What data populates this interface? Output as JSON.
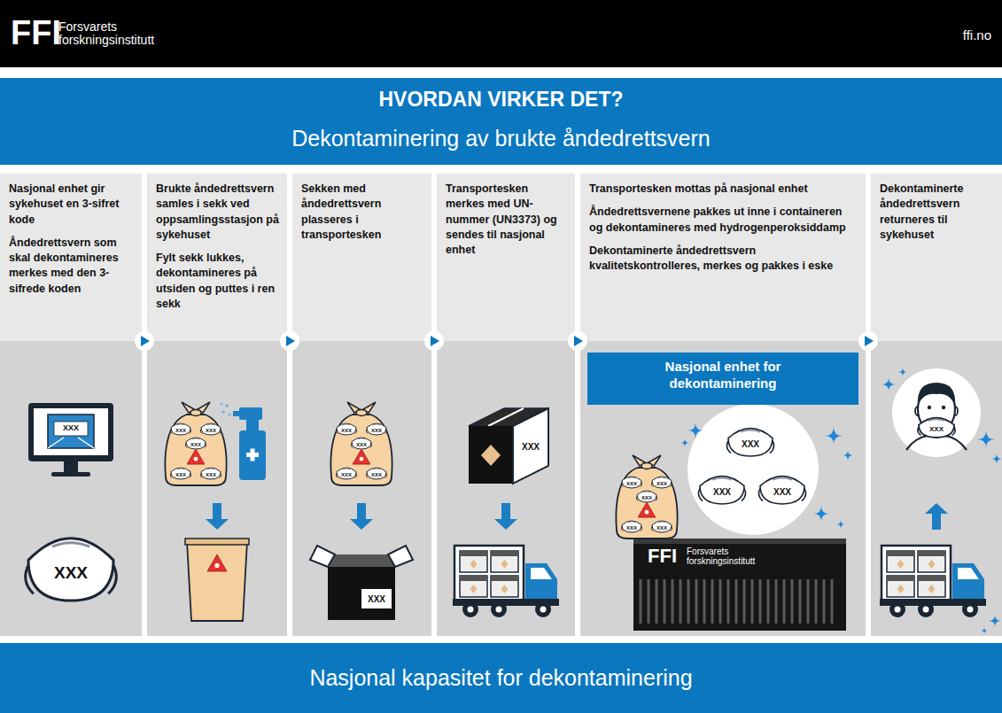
{
  "diagram": {
    "title": "HVORDAN VIRKER DET?",
    "caption": "Nasjonal kapasitet for dekontaminering",
    "nodes": [
      {
        "text": [
          "Nasjonal enhet gir sykehuset en 3-sifret kode",
          "Åndedrettsvern som skal dekontamineres merkes med den 3-sifrede koden"
        ]
      },
      {
        "text": [
          "Brukte åndedrettsvern samles i sekk ved oppsamlingsstasjon på sykehuset",
          "Fylt sekk lukkes, dekontamineres på utsiden og puttes i ren sekk"
        ]
      },
      {
        "text": [
          "Sekken med åndedrettsvern plasseres i transportesken"
        ]
      },
      {
        "text": [
          "Transportesken merkes med UN-nummer (UN3373) og sendes til nasjonal enhet"
        ]
      },
      {
        "text": [
          "Transportesken mottas på nasjonal enhet",
          "Åndedrettsvernene pakkes ut inne i containeren og dekontamineres med hydrogenperoksiddamp",
          "Dekontaminerte åndedrettsvern kvalitetskontrolleres, merkes og pakkes i eske"
        ]
      },
      {
        "text": [
          "Nasjonal enhet for dekontaminering"
        ],
        "in": 4
      },
      {
        "text": [
          "Dekontaminerte åndedrettsvern returneres til sykehuset"
        ]
      }
    ],
    "edges": [
      {
        "from": 0,
        "to": 1,
        "arrow": "to"
      },
      {
        "from": 1,
        "to": 2,
        "arrow": "to"
      },
      {
        "from": 2,
        "to": 3,
        "arrow": "to"
      },
      {
        "from": 3,
        "to": 4,
        "arrow": "to"
      },
      {
        "from": 4,
        "to": 6,
        "arrow": "to"
      }
    ],
    "labels": [
      "FFI",
      "Forsvarets forskningsinstitutt",
      "ffi.no",
      "Dekontaminering av brukte åndedrettsvern",
      "XXX",
      "XXX",
      "XXX",
      "XXX",
      "XXX",
      "XXX",
      "XXX",
      "XXX",
      "XXX",
      "XXX",
      "XXX",
      "XXX",
      "XXX",
      "XXX",
      "XXX",
      "XXX",
      "XXX",
      "XXX",
      "XXX",
      "XXX",
      "XXX",
      "XXX",
      "FFI",
      "Forsvarets forskningsinstitutt",
      "XXX"
    ]
  }
}
